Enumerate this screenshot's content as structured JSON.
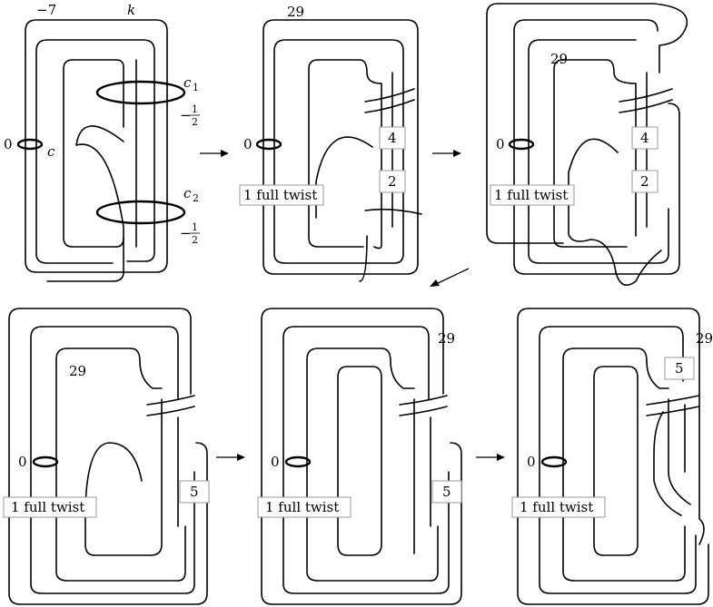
{
  "panel1": {
    "label_framing_outer": "−7",
    "label_k": "k",
    "label_zero": "0",
    "label_c": "c",
    "label_c1": "c",
    "label_c1_sub": "1",
    "label_c1_coef_sign": "−",
    "label_c1_coef_num": "1",
    "label_c1_coef_den": "2",
    "label_c2": "c",
    "label_c2_sub": "2",
    "label_c2_coef_sign": "−",
    "label_c2_coef_num": "1",
    "label_c2_coef_den": "2"
  },
  "panel2": {
    "framing": "29",
    "zero": "0",
    "twist_box": "1 full twist",
    "box_a": "4",
    "box_b": "2"
  },
  "panel3": {
    "framing": "29",
    "zero": "0",
    "twist_box": "1 full twist",
    "box_a": "4",
    "box_b": "2"
  },
  "panel4": {
    "framing": "29",
    "zero": "0",
    "twist_box": "1 full twist",
    "box": "5"
  },
  "panel5": {
    "framing": "29",
    "zero": "0",
    "twist_box": "1 full twist",
    "box": "5"
  },
  "panel6": {
    "framing": "29",
    "zero": "0",
    "twist_box": "1 full twist",
    "box": "5"
  }
}
